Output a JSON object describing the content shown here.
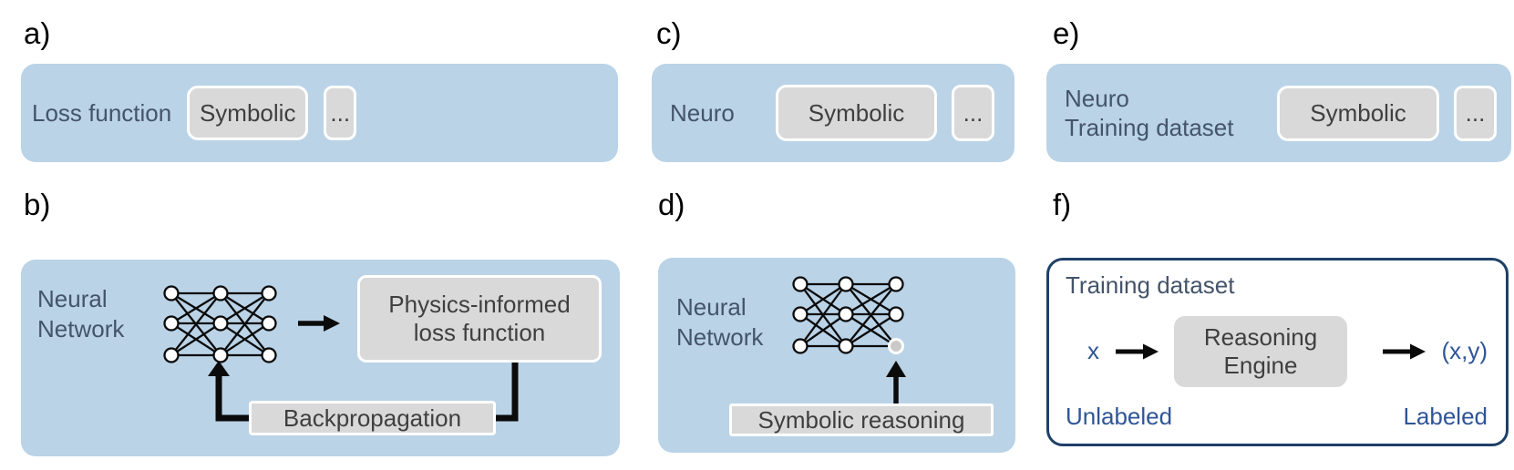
{
  "colors": {
    "panel_blue": "#BAD3E7",
    "box_gray": "#D9D9D9",
    "title_text": "#44546A",
    "box_text": "#3F3F3F",
    "accent_blue_text": "#2F5597",
    "frame_blue_border": "#1F4068",
    "line_black": "#0B0B0B"
  },
  "panel_a": {
    "label": "a)",
    "title": "Loss function",
    "chip": "Symbolic",
    "more": "..."
  },
  "panel_b": {
    "label": "b)",
    "title": "Neural\nNetwork",
    "loss_box": "Physics-informed\nloss function",
    "backprop_box": "Backpropagation"
  },
  "panel_c": {
    "label": "c)",
    "title": "Neuro",
    "chip": "Symbolic",
    "more": "..."
  },
  "panel_d": {
    "label": "d)",
    "title": "Neural\nNetwork",
    "reasoning_box": "Symbolic reasoning"
  },
  "panel_e": {
    "label": "e)",
    "title": "Neuro\nTraining dataset",
    "chip": "Symbolic",
    "more": "..."
  },
  "panel_f": {
    "label": "f)",
    "title": "Training dataset",
    "input_label": "x",
    "engine_box": "Reasoning\nEngine",
    "output_label": "(x,y)",
    "input_caption": "Unlabeled",
    "output_caption": "Labeled"
  }
}
